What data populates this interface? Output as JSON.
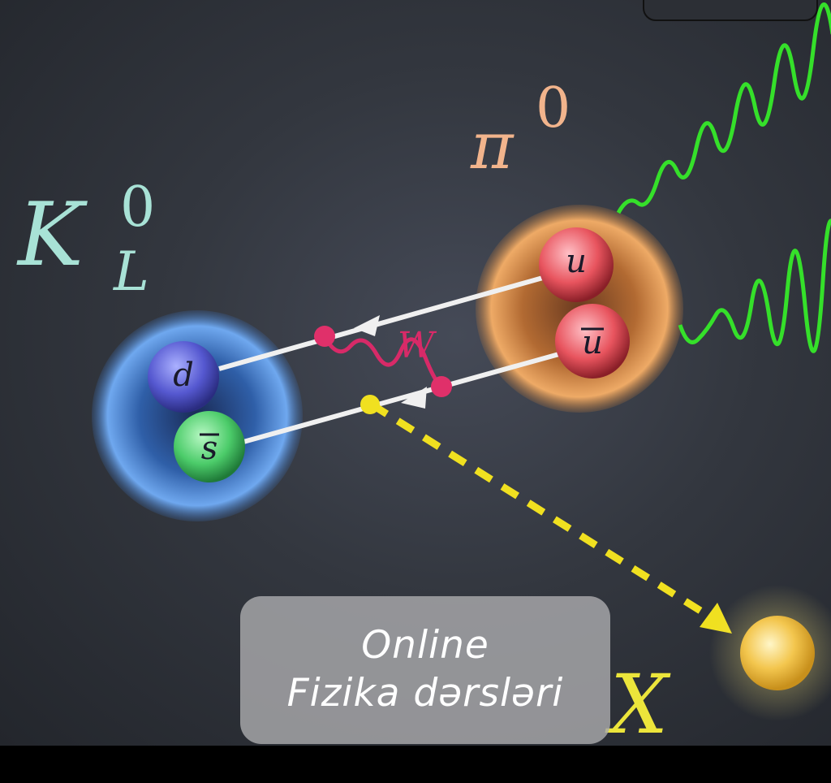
{
  "particles": {
    "kaon": {
      "symbol": "K",
      "superscript": "0",
      "subscript": "L"
    },
    "pion": {
      "symbol": "π",
      "superscript": "0"
    },
    "x_particle": {
      "symbol": "X"
    },
    "mediator": {
      "symbol": "W"
    }
  },
  "quarks": {
    "d": "d",
    "s_bar": "s",
    "u": "u",
    "u_bar": "u"
  },
  "watermark": {
    "line1": "Online",
    "line2": "Fizika dərsləri"
  },
  "colors": {
    "kaon_glow": "#4a90e0",
    "pion_glow": "#e0903a",
    "photon": "#35e02a",
    "x_particle": "#f0d040",
    "w_boson": "#e0306a",
    "dashed_path": "#f0e020"
  }
}
